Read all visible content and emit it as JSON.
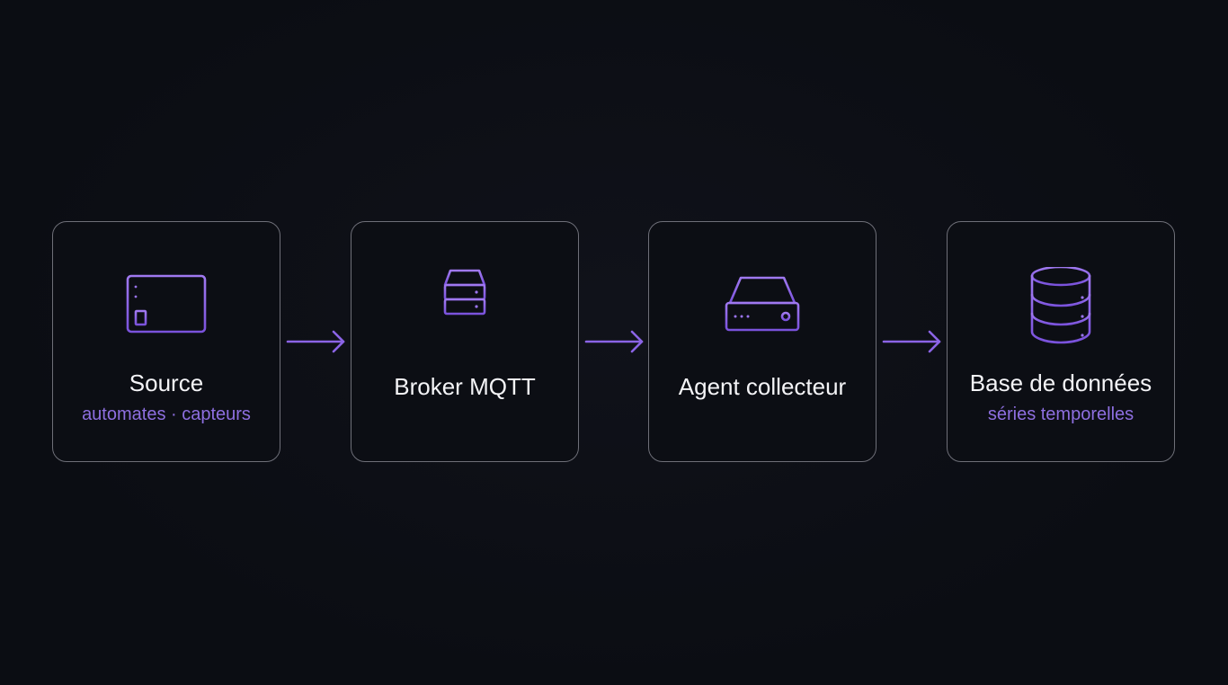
{
  "colors": {
    "background": "#0b0d13",
    "box_border": "#6e6f78",
    "accent": "#8b64e6",
    "subtitle": "#8e6fe0",
    "text": "#f4f4f7"
  },
  "nodes": [
    {
      "title": "Source",
      "subtitle": "automates · capteurs",
      "icon": "plc-rack-icon"
    },
    {
      "title": "Broker MQTT",
      "subtitle": "",
      "icon": "server-network-icon"
    },
    {
      "title": "Agent collecteur",
      "subtitle": "",
      "icon": "device-box-icon"
    },
    {
      "title": "Base de données",
      "subtitle": "séries temporelles",
      "icon": "database-icon"
    }
  ],
  "arrows": [
    {
      "from": "Source",
      "to": "Broker MQTT"
    },
    {
      "from": "Broker MQTT",
      "to": "Agent collecteur"
    },
    {
      "from": "Agent collecteur",
      "to": "Base de données"
    }
  ]
}
